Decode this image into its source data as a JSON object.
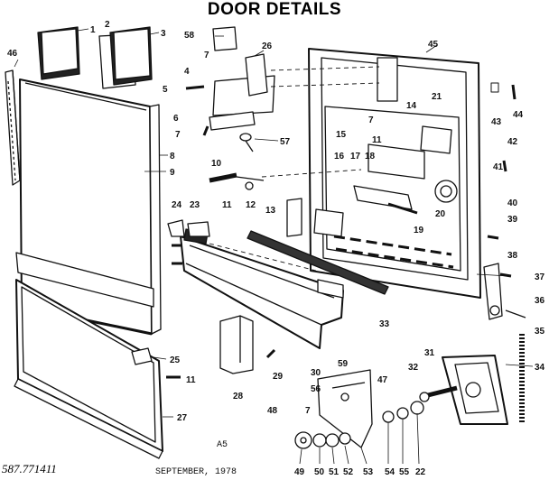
{
  "title": "DOOR DETAILS",
  "page_code": "A5",
  "date_note": "SEPTEMBER, 1978",
  "catalog_number": "587.771411",
  "callouts": [
    {
      "n": "1"
    },
    {
      "n": "2"
    },
    {
      "n": "3"
    },
    {
      "n": "58"
    },
    {
      "n": "26"
    },
    {
      "n": "45"
    },
    {
      "n": "46"
    },
    {
      "n": "7"
    },
    {
      "n": "4"
    },
    {
      "n": "5"
    },
    {
      "n": "6"
    },
    {
      "n": "7"
    },
    {
      "n": "57"
    },
    {
      "n": "8"
    },
    {
      "n": "9"
    },
    {
      "n": "10"
    },
    {
      "n": "11"
    },
    {
      "n": "12"
    },
    {
      "n": "13"
    },
    {
      "n": "14"
    },
    {
      "n": "21"
    },
    {
      "n": "7"
    },
    {
      "n": "15"
    },
    {
      "n": "11"
    },
    {
      "n": "16"
    },
    {
      "n": "17"
    },
    {
      "n": "18"
    },
    {
      "n": "43"
    },
    {
      "n": "44"
    },
    {
      "n": "42"
    },
    {
      "n": "41"
    },
    {
      "n": "40"
    },
    {
      "n": "20"
    },
    {
      "n": "19"
    },
    {
      "n": "39"
    },
    {
      "n": "38"
    },
    {
      "n": "24"
    },
    {
      "n": "23"
    },
    {
      "n": "37"
    },
    {
      "n": "36"
    },
    {
      "n": "35"
    },
    {
      "n": "33"
    },
    {
      "n": "25"
    },
    {
      "n": "11"
    },
    {
      "n": "29"
    },
    {
      "n": "30"
    },
    {
      "n": "28"
    },
    {
      "n": "59"
    },
    {
      "n": "47"
    },
    {
      "n": "56"
    },
    {
      "n": "31"
    },
    {
      "n": "32"
    },
    {
      "n": "34"
    },
    {
      "n": "27"
    },
    {
      "n": "48"
    },
    {
      "n": "7"
    },
    {
      "n": "49"
    },
    {
      "n": "50"
    },
    {
      "n": "51"
    },
    {
      "n": "52"
    },
    {
      "n": "53"
    },
    {
      "n": "54"
    },
    {
      "n": "55"
    },
    {
      "n": "22"
    }
  ]
}
